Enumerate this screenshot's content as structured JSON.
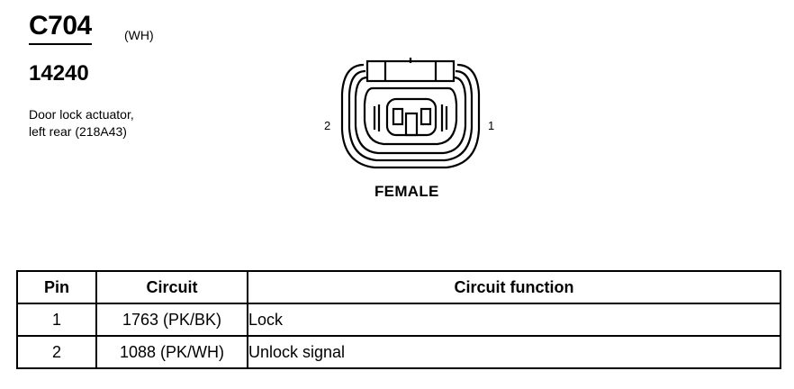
{
  "connector": {
    "id": "C704",
    "color_code": "(WH)",
    "part_number": "14240",
    "description_lines": [
      "Door lock actuator,",
      "left rear (218A43)"
    ],
    "pin_left_label": "2",
    "pin_right_label": "1",
    "gender": "FEMALE"
  },
  "pin_table": {
    "headers": {
      "pin": "Pin",
      "circuit": "Circuit",
      "function": "Circuit function"
    },
    "rows": [
      {
        "pin": "1",
        "circuit": "1763 (PK/BK)",
        "function": "Lock"
      },
      {
        "pin": "2",
        "circuit": "1088 (PK/WH)",
        "function": "Unlock signal"
      }
    ]
  }
}
